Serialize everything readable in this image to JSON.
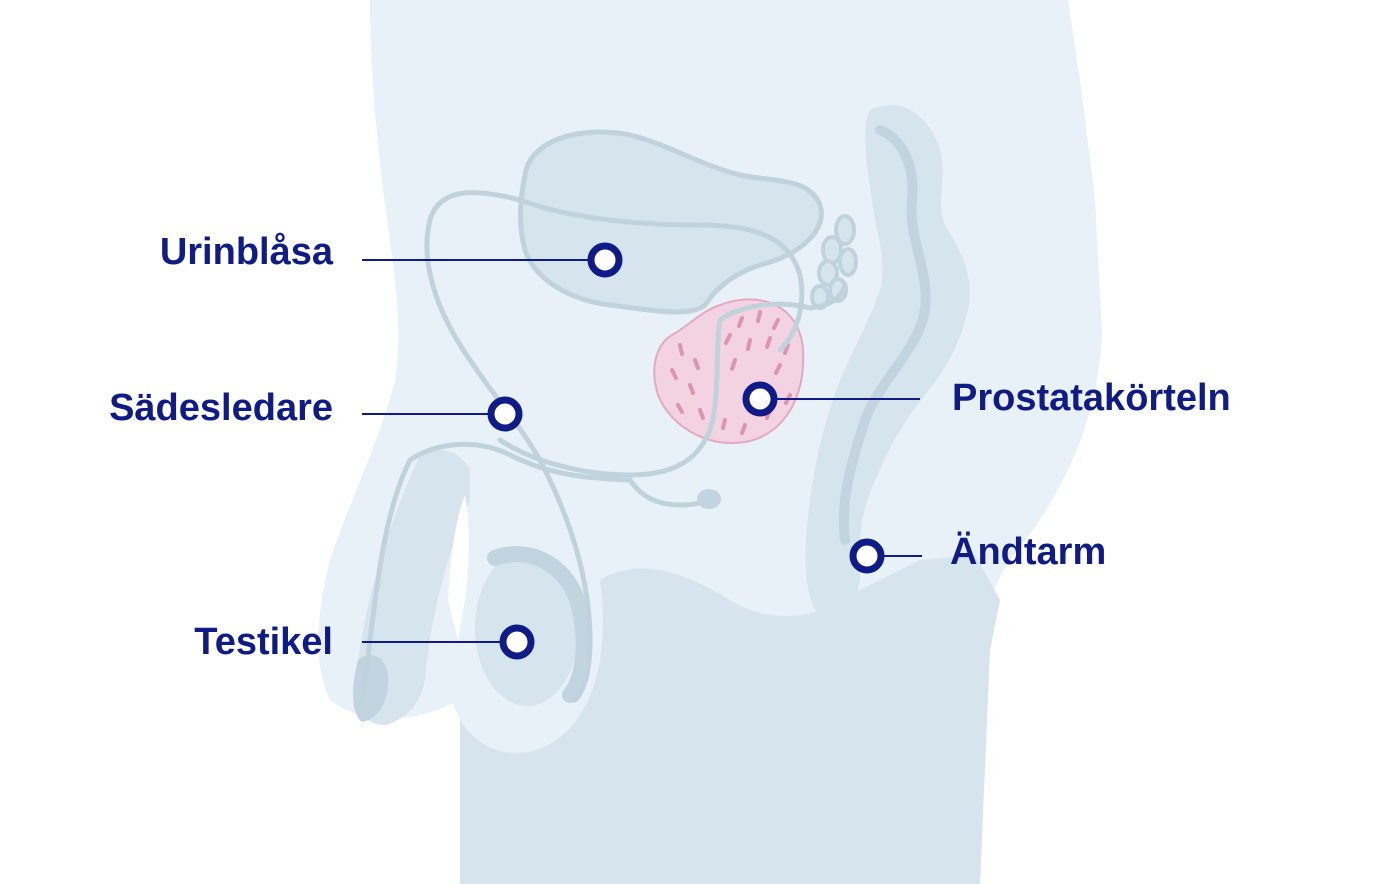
{
  "colors": {
    "background": "#ffffff",
    "body_light": "#e8f1f7",
    "body_mid": "#d6e4ed",
    "body_dark": "#c2d4df",
    "organ_stroke": "#c0d3dc",
    "prostate_fill": "#f3d3e1",
    "prostate_stroke": "#e3a9c4",
    "prostate_marks": "#dc93b4",
    "accent": "#0f1c87",
    "marker_fill": "#ffffff"
  },
  "labels": {
    "bladder": "Urinblåsa",
    "vas_deferens": "Sädesledare",
    "testicle": "Testikel",
    "prostate": "Prostatakörteln",
    "rectum": "Ändtarm"
  },
  "icons": {
    "marker": "ring-marker-icon"
  }
}
